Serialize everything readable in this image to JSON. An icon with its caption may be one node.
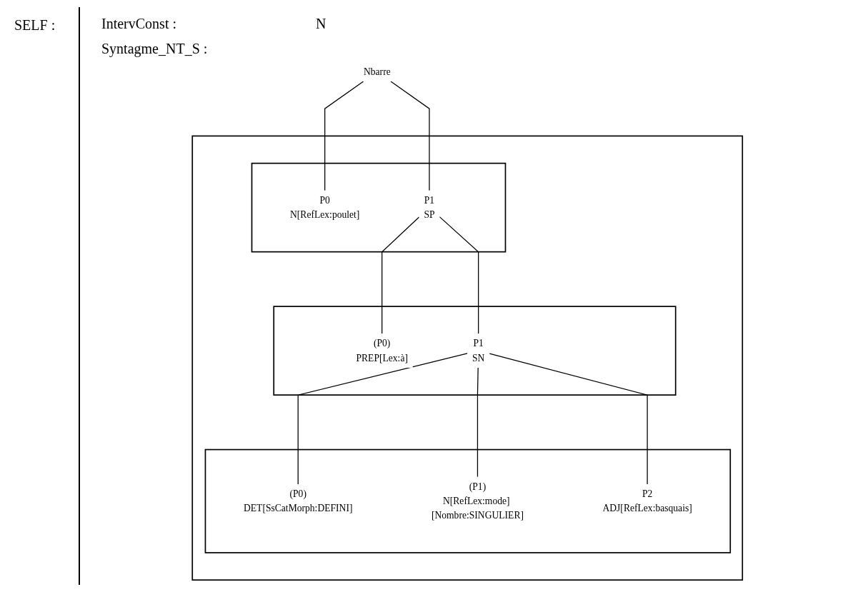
{
  "diagram": {
    "nodes": [
      {
        "text": [
          "Nbarre"
        ]
      },
      {
        "text": [],
        "shape": "box"
      },
      {
        "text": [],
        "shape": "box",
        "in": 1
      },
      {
        "text": [
          "P0",
          "N[RefLex:poulet]"
        ],
        "in": 2
      },
      {
        "text": [
          "P1",
          "SP"
        ],
        "in": 2
      },
      {
        "text": [],
        "shape": "box",
        "in": 1
      },
      {
        "text": [
          "(P0)",
          "PREP[Lex:à]"
        ],
        "in": 5
      },
      {
        "text": [
          "P1",
          "SN"
        ],
        "in": 5
      },
      {
        "text": [],
        "shape": "box",
        "in": 1
      },
      {
        "text": [
          "(P0)",
          "DET[SsCatMorph:DEFINI]"
        ],
        "in": 8
      },
      {
        "text": [
          "(P1)",
          "N[RefLex:mode] [Nombre:SINGULIER]"
        ],
        "in": 8
      },
      {
        "text": [
          "P2",
          "ADJ[RefLex:basquais]"
        ],
        "in": 8
      }
    ],
    "edges": [
      {
        "from": 0,
        "to": 3,
        "arrow": "none"
      },
      {
        "from": 0,
        "to": 4,
        "arrow": "none"
      },
      {
        "from": 4,
        "to": 6,
        "arrow": "none"
      },
      {
        "from": 4,
        "to": 7,
        "arrow": "none"
      },
      {
        "from": 7,
        "to": 9,
        "arrow": "none"
      },
      {
        "from": 7,
        "to": 10,
        "arrow": "none"
      },
      {
        "from": 7,
        "to": 11,
        "arrow": "none"
      }
    ],
    "labels": [
      "SELF :",
      "IntervConst :",
      "N",
      "Syntagme_NT_S :"
    ]
  }
}
